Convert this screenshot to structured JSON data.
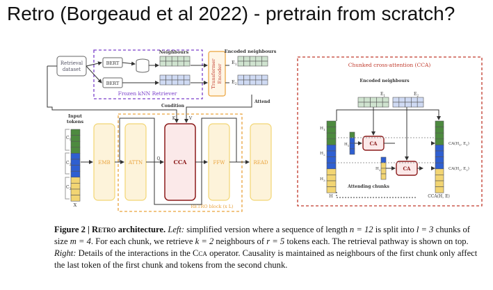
{
  "slide": {
    "title": "Retro (Borgeaud et al 2022) - pretrain from scratch?"
  },
  "left_diagram": {
    "retrieval_dataset": [
      "Retrieval",
      "dataset"
    ],
    "bert1": "BERT",
    "bert2": "BERT",
    "neighbours_label": "Neighbours",
    "frozen_knn": "Frozen kNN Retriever",
    "transformer_encoder": [
      "Transformer",
      "Encoder"
    ],
    "encoded_neighbours": "Encoded neighbours",
    "e1": "E",
    "e1_sub": "1",
    "e2": "E",
    "e2_sub": "2",
    "attend": "Attend",
    "condition": "Condition",
    "k_label": "K",
    "v_label": "V",
    "q_label": "Q",
    "input_tokens": [
      "Input",
      "tokens"
    ],
    "c1": "C",
    "c1_sub": "1",
    "c2": "C",
    "c2_sub": "2",
    "c3": "C",
    "c3_sub": "3",
    "x_label": "X",
    "emb": "EMB",
    "attn": "ATTN",
    "cca": "CCA",
    "ffw": "FFW",
    "read": "READ",
    "retro_block": "RETRO block (x L)"
  },
  "right_diagram": {
    "title": "Chunked cross-attention (CCA)",
    "encoded_neighbours": "Encoded neighbours",
    "e1": "E",
    "e1_sub": "1",
    "e2": "E",
    "e2_sub": "2",
    "h1": "H",
    "h1_sub": "1",
    "h2": "H",
    "h2_sub": "2",
    "h3": "H",
    "h3_sub": "3",
    "h1p": "H",
    "h1p_sub": "1",
    "h2p": "H",
    "h2p_sub": "2",
    "cca1": "CA",
    "cca2": "CA",
    "ca_out1": "CA(H",
    "ca_out1_sub": "1",
    "ca_out1_tail": ", E",
    "ca_out1_tail_sub": "1",
    "ca_out2": "CA(H",
    "ca_out2_sub": "2",
    "ca_out2_tail": ", E",
    "ca_out2_tail_sub": "2",
    "attending_chunks": "Attending chunks",
    "h_label": "H",
    "cca_he": "CCA(H, E)"
  },
  "caption": {
    "fig_label": "Figure 2 | ",
    "retro": "Retro",
    "arch": " architecture.",
    "left": "Left:",
    "part1": " simplified version where a sequence of length ",
    "n_eq": "n = 12",
    "part2": " is split into ",
    "l_eq": "l = 3",
    "part3": " chunks of size ",
    "m_eq": "m = 4",
    "part4": ". For each chunk, we retrieve ",
    "k_eq": "k = 2",
    "part5": " neighbours of ",
    "r_eq": "r = 5",
    "part6": " tokens each. The retrieval pathway is shown on top. ",
    "right": "Right:",
    "part7": " Details of the interactions in the ",
    "cca_word": "Cca",
    "part8": " operator. Causality is maintained as neighbours of the first chunk only affect the last token of the first chunk and tokens from the second chunk."
  },
  "colors": {
    "green": "#4d8a3f",
    "blue": "#2f5fd1",
    "yellow": "#f2d573",
    "light_green": "#cfe3cf",
    "light_blue": "#cfdaf3",
    "dark_red": "#8b1a1a",
    "orange_dash": "#e9a23b",
    "purple_dash": "#7a3fc9",
    "red_dash": "#c0392b"
  }
}
